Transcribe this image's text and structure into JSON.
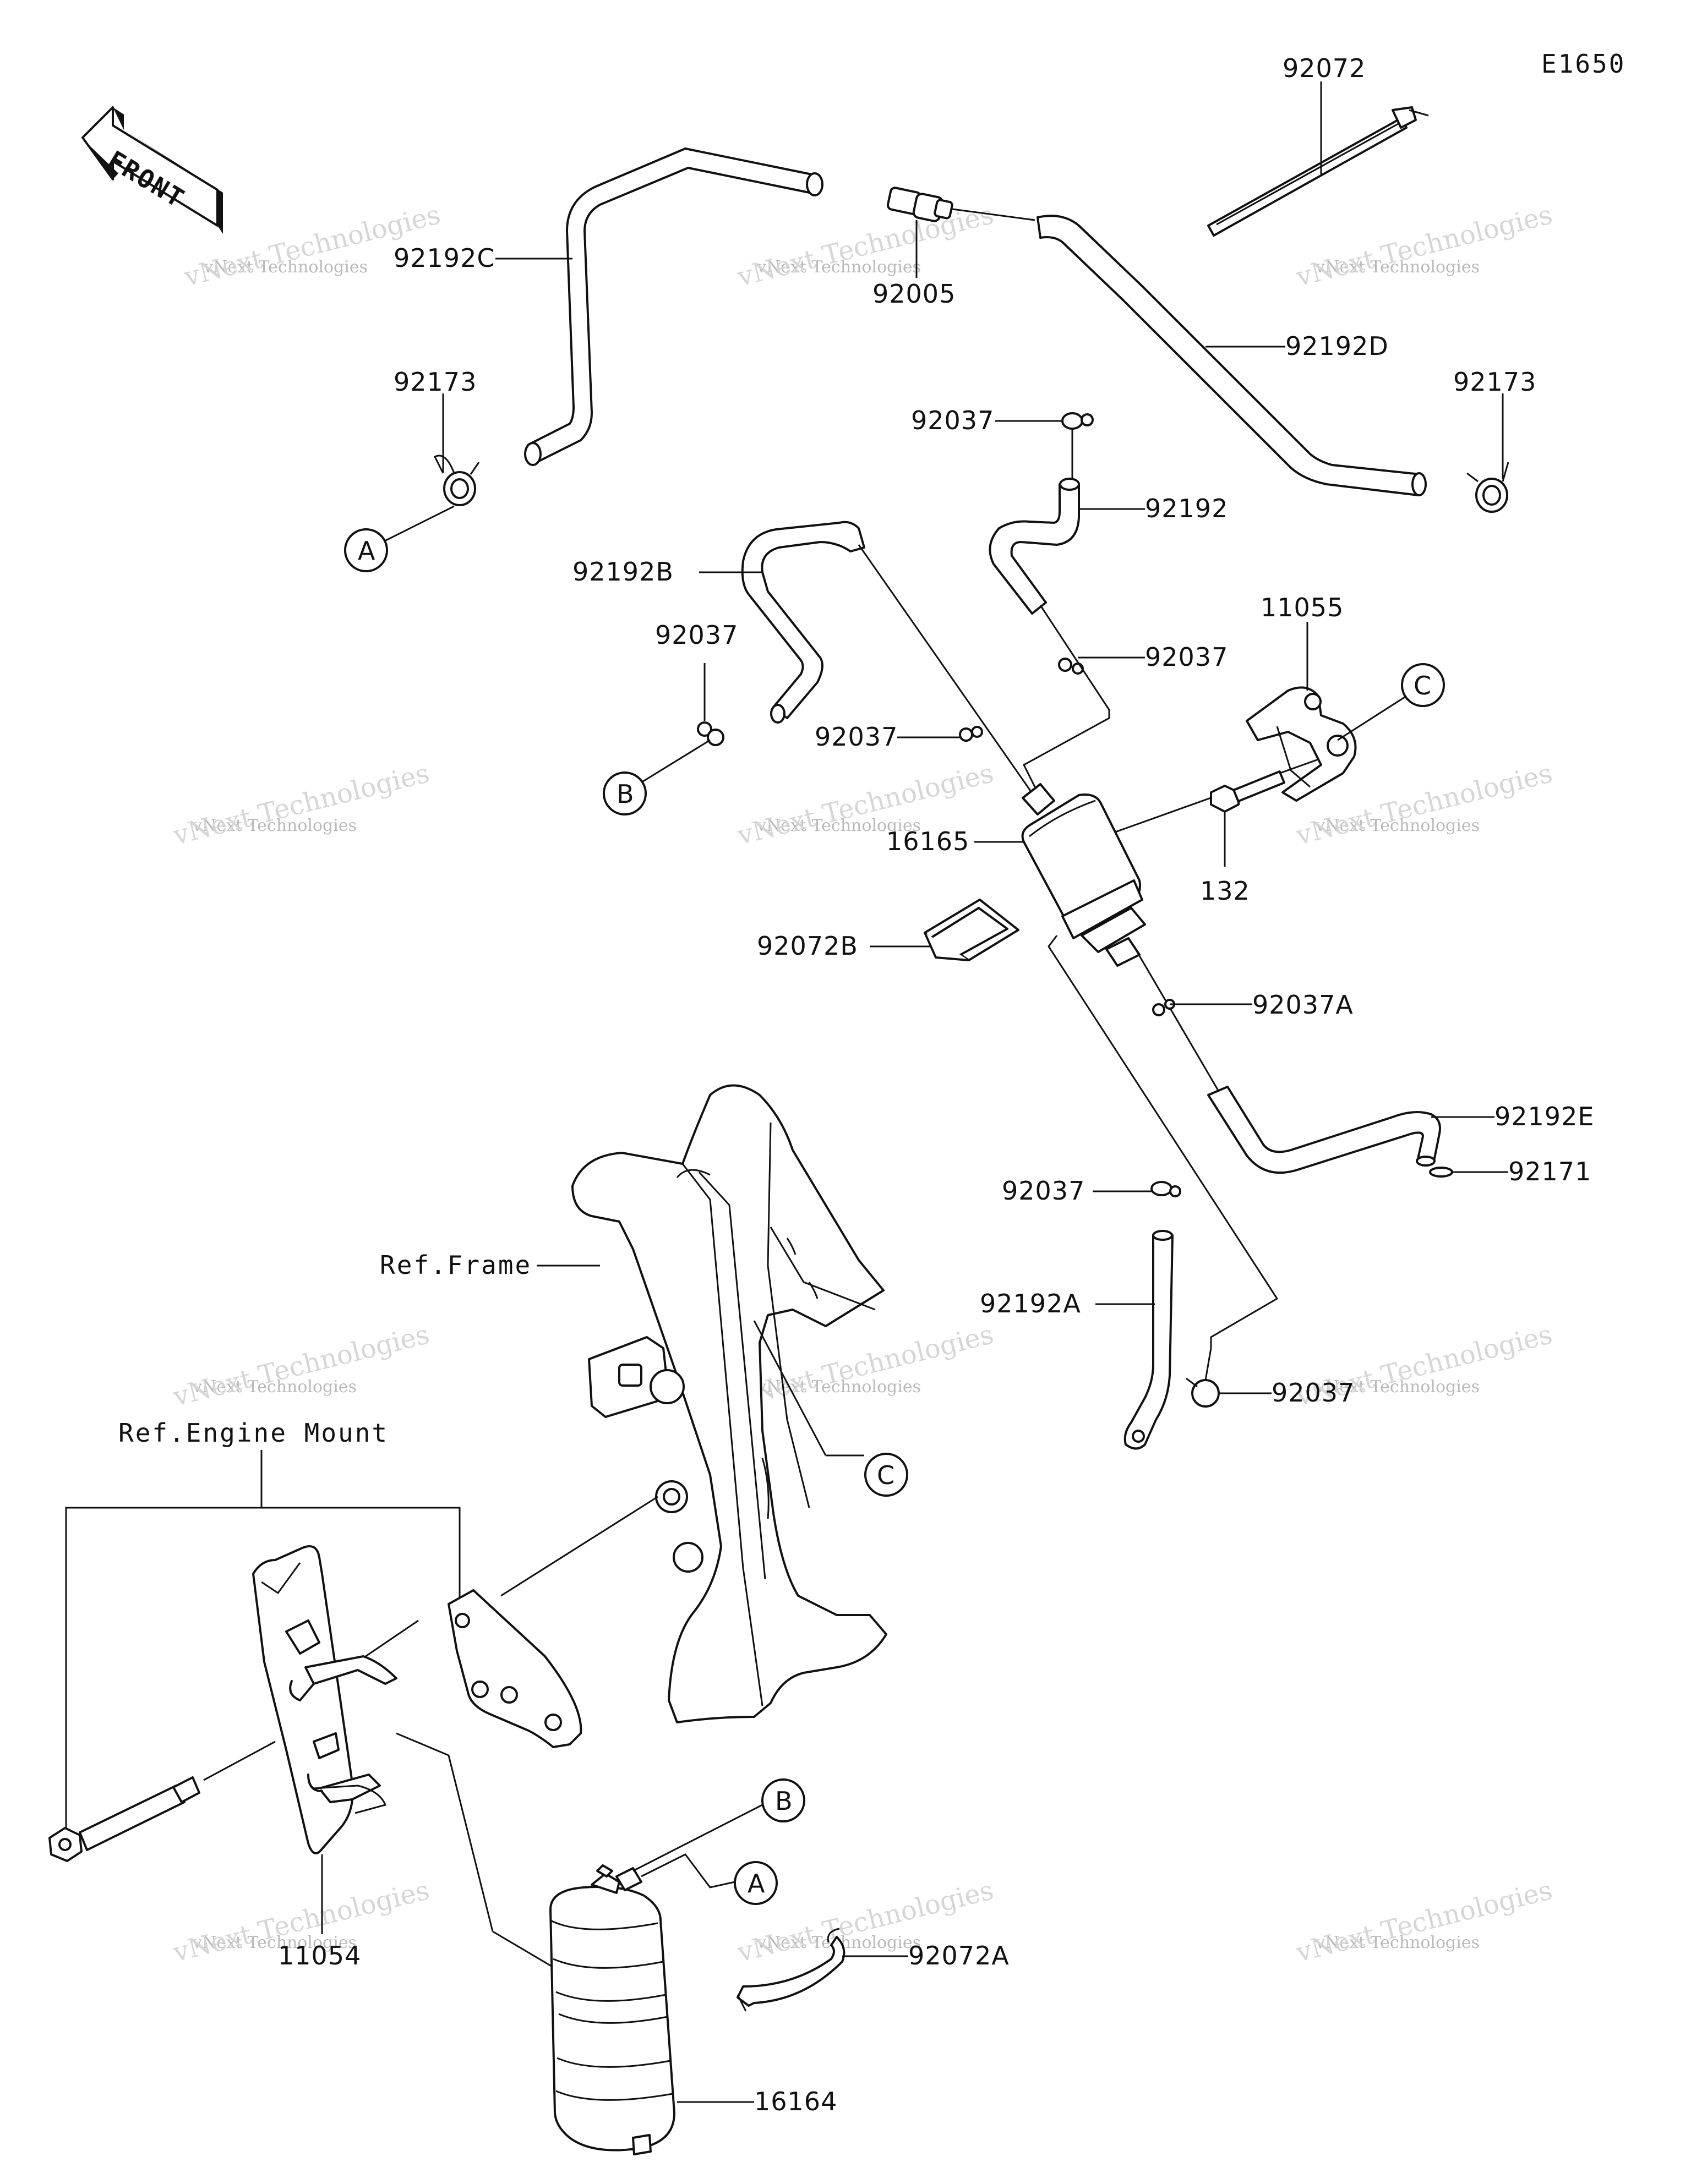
{
  "diagram_code": "E1650",
  "front_label": "FRONT",
  "watermark": {
    "line1": "vNext Technologies",
    "line2": "vNext Technologies"
  },
  "callouts": [
    {
      "id": "92072",
      "text": "92072"
    },
    {
      "id": "92192C",
      "text": "92192C"
    },
    {
      "id": "92005",
      "text": "92005"
    },
    {
      "id": "92192D",
      "text": "92192D"
    },
    {
      "id": "92173-left",
      "text": "92173"
    },
    {
      "id": "92173-right",
      "text": "92173"
    },
    {
      "id": "92037-top",
      "text": "92037"
    },
    {
      "id": "92192",
      "text": "92192"
    },
    {
      "id": "92192B",
      "text": "92192B"
    },
    {
      "id": "92037-b",
      "text": "92037"
    },
    {
      "id": "92037-mid",
      "text": "92037"
    },
    {
      "id": "92037-right",
      "text": "92037"
    },
    {
      "id": "11055",
      "text": "11055"
    },
    {
      "id": "132",
      "text": "132"
    },
    {
      "id": "16165",
      "text": "16165"
    },
    {
      "id": "92072B",
      "text": "92072B"
    },
    {
      "id": "92037A",
      "text": "92037A"
    },
    {
      "id": "92192E",
      "text": "92192E"
    },
    {
      "id": "92171",
      "text": "92171"
    },
    {
      "id": "92037-lower",
      "text": "92037"
    },
    {
      "id": "92192A",
      "text": "92192A"
    },
    {
      "id": "92037-bottom",
      "text": "92037"
    },
    {
      "id": "ref-frame",
      "text": "Ref.Frame"
    },
    {
      "id": "ref-engine-mount",
      "text": "Ref.Engine Mount"
    },
    {
      "id": "11054",
      "text": "11054"
    },
    {
      "id": "92072A",
      "text": "92072A"
    },
    {
      "id": "16164",
      "text": "16164"
    }
  ],
  "connectors": {
    "A": "A",
    "B": "B",
    "C": "C"
  }
}
